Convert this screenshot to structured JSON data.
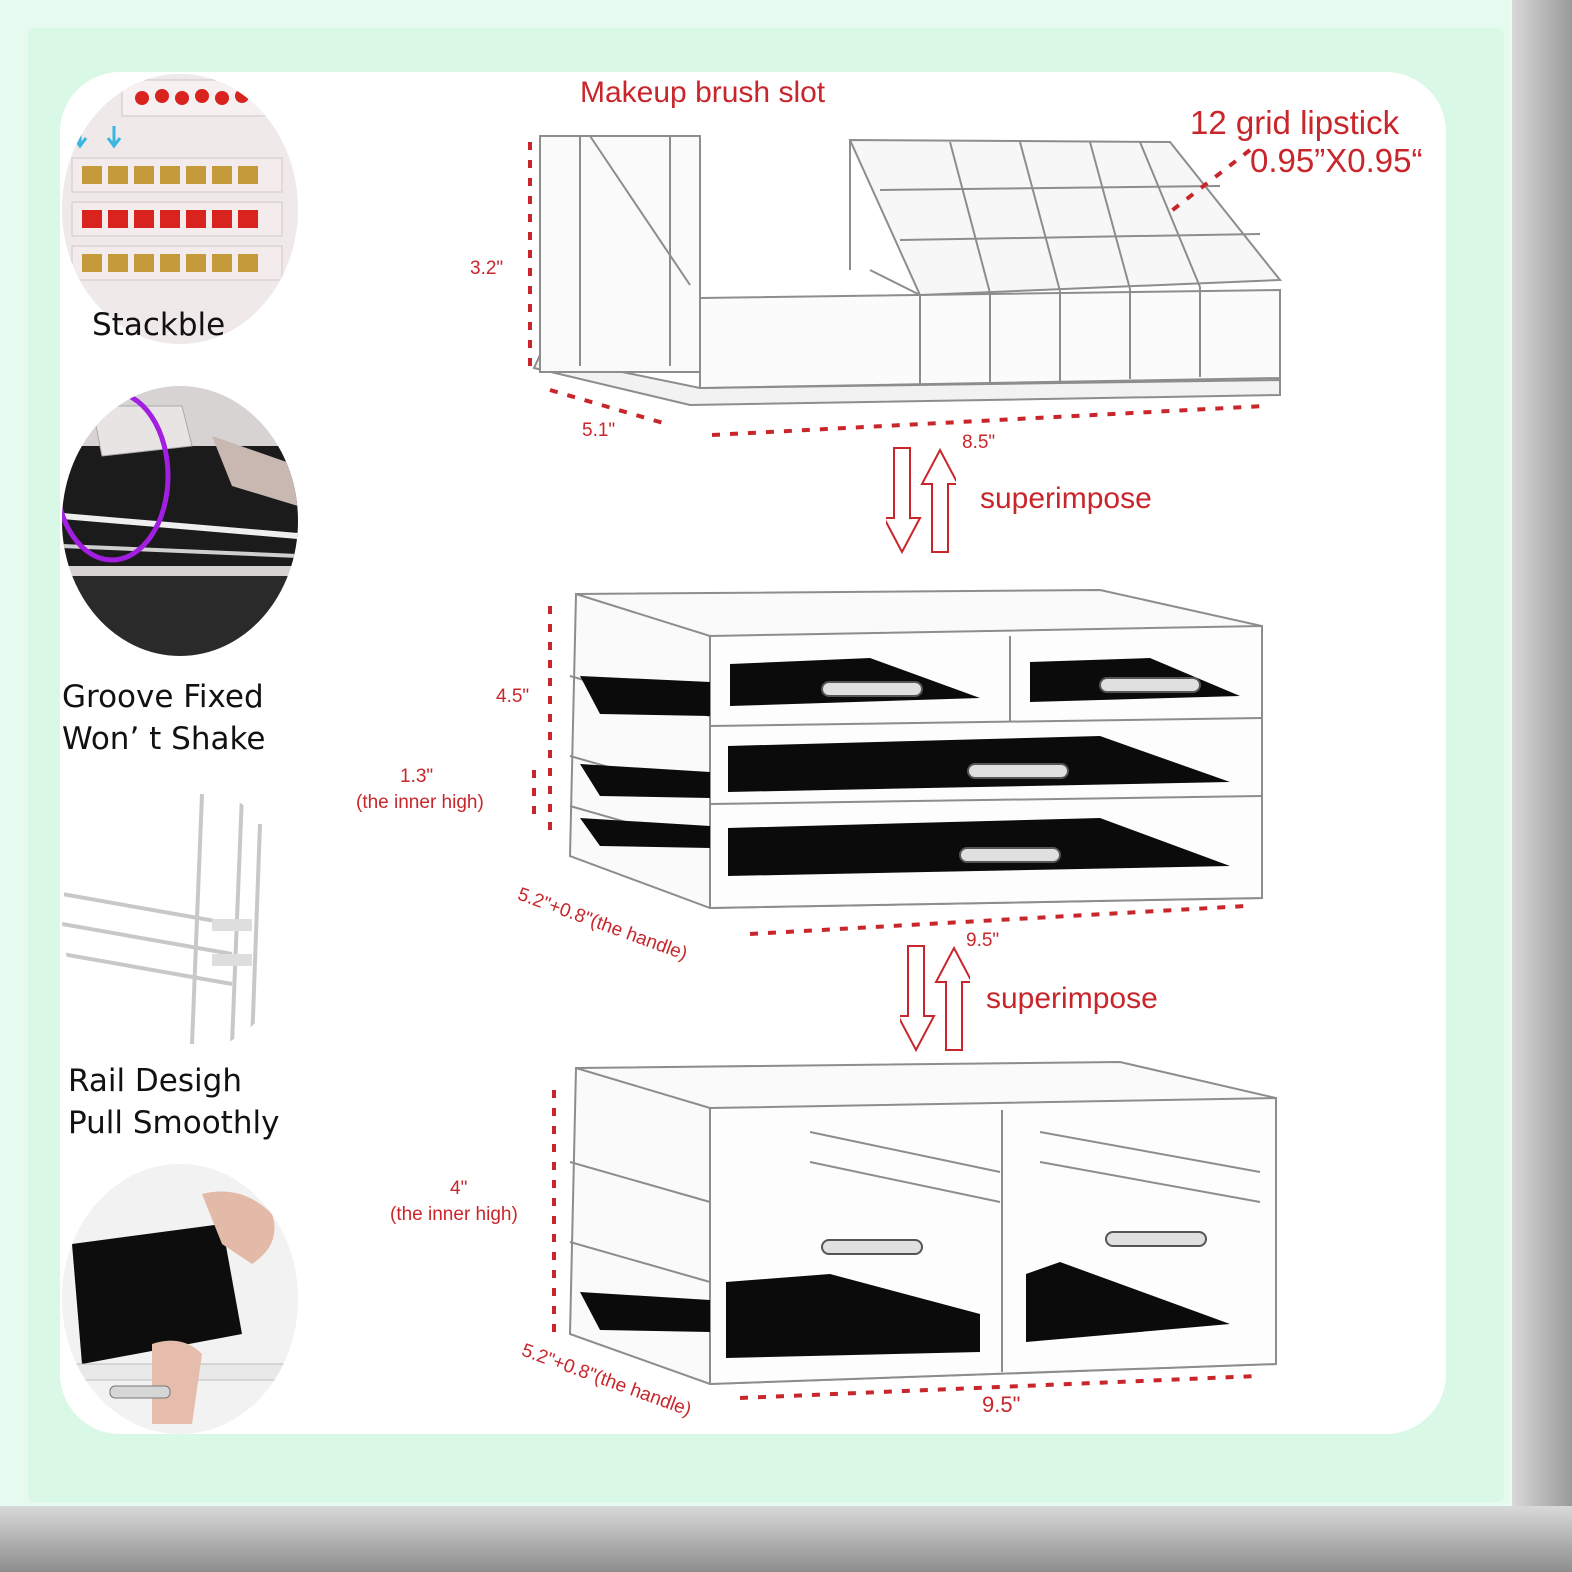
{
  "features": [
    {
      "caption": "Stackble",
      "icon": "stacked-lipstick-trays-photo"
    },
    {
      "caption": "Groove Fixed\nWon’ t Shake",
      "icon": "groove-detail-photo"
    },
    {
      "caption": "Rail Desigh\nPull Smoothly",
      "icon": "rail-detail-photo"
    },
    {
      "caption": "",
      "icon": "velvet-liner-photo"
    }
  ],
  "top_organizer": {
    "brush_slot_label": "Makeup brush slot",
    "lipstick_grid_label": "12 grid lipstick",
    "lipstick_grid_size": "0.95”X0.95“",
    "height": "3.2\"",
    "depth": "5.1\"",
    "width": "8.5\""
  },
  "superimpose_label_1": "superimpose",
  "middle_organizer": {
    "height": "4.5\"",
    "inner_high_value": "1.3\"",
    "inner_high_note": "(the inner high)",
    "depth": "5.2\"+0.8\"(the handle)",
    "width": "9.5\""
  },
  "superimpose_label_2": "superimpose",
  "bottom_organizer": {
    "inner_high_value": "4\"",
    "inner_high_note": "(the inner high)",
    "depth": "5.2\"+0.8\"(the handle)",
    "width": "9.5\""
  },
  "colors": {
    "accent_red": "#c8262b",
    "mint_border": "#d9f8e5",
    "velvet": "#0b0b0b"
  }
}
